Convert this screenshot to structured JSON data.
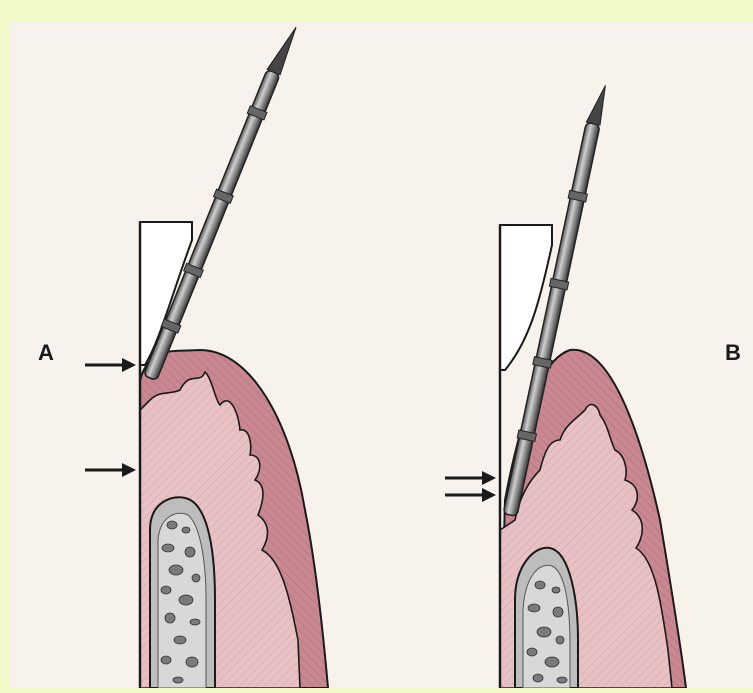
{
  "figure": {
    "panel_labels": {
      "a": "A",
      "b": "B"
    },
    "colors": {
      "page_background": "#f1f9c9",
      "paper": "#f7f3ec",
      "tooth": "#ffffff",
      "gingiva": "#b66f7d",
      "connective_tissue": "#e7c1c4",
      "bone_outer": "#bdbdbd",
      "bone_inner": "#d8d8d8",
      "probe_metal": "#9a9a9a",
      "ink": "#1a1a1a"
    },
    "panels": [
      {
        "id": "A",
        "description_icon": "periodontal-probe-icon",
        "arrow_count": 2
      },
      {
        "id": "B",
        "description_icon": "periodontal-probe-icon",
        "arrow_count": 2
      }
    ]
  }
}
